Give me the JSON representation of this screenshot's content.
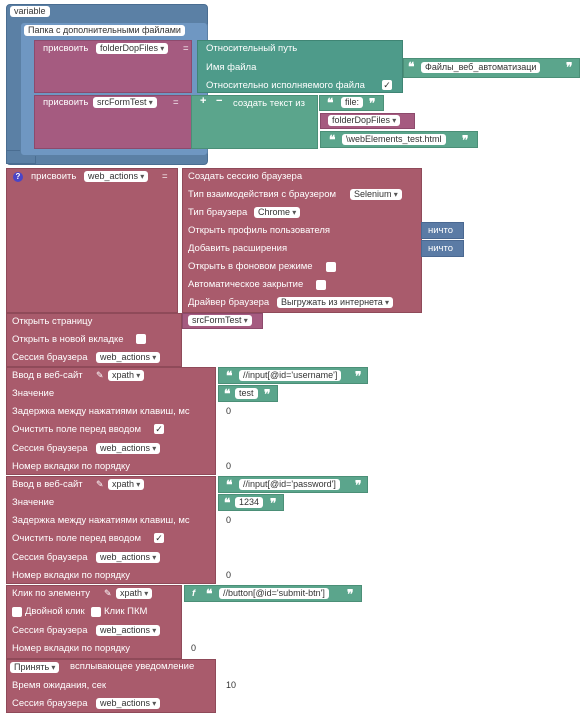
{
  "variable_block": {
    "label": "variable"
  },
  "folder_block": {
    "label": "Папка с дополнительными файлами"
  },
  "assign1": {
    "label": "присвоить",
    "var": "folderDopFiles",
    "eq": "=",
    "rel_path": "Относительный путь",
    "file_name_label": "Имя файла",
    "file_name_value": "Файлы_веб_автоматизаци",
    "relative_exe": "Относительно исполняемого файла",
    "relative_exe_checked": "✓"
  },
  "assign2": {
    "label": "присвоить",
    "var": "srcFormTest",
    "eq": "=",
    "create_text": "создать текст из",
    "part1": "file:",
    "part2": "folderDopFiles",
    "part3": "\\webElements_test.html"
  },
  "assign3": {
    "help": "?",
    "label": "присвоить",
    "var": "web_actions",
    "eq": "=",
    "create_session": "Создать сессию браузера",
    "interaction_type_label": "Тип взаимодействия с браузером",
    "interaction_type_value": "Selenium",
    "browser_type_label": "Тип браузера",
    "browser_type_value": "Chrome",
    "open_profile_label": "Открыть профиль пользователя",
    "open_profile_value": "ничто",
    "add_ext_label": "Добавить расширения",
    "add_ext_value": "ничто",
    "background_label": "Открыть в фоновом режиме",
    "auto_close_label": "Автоматическое закрытие",
    "driver_label": "Драйвер браузера",
    "driver_value": "Выгружать из интернета"
  },
  "open_page": {
    "label": "Открыть страницу",
    "value": "srcFormTest",
    "new_tab_label": "Открыть в новой вкладке",
    "session_label": "Сессия браузера",
    "session_value": "web_actions"
  },
  "input1": {
    "label": "Ввод в веб-сайт",
    "mode": "xpath",
    "xpath": "//input[@id='username']",
    "value_label": "Значение",
    "value": "test",
    "delay_label": "Задержка между нажатиями клавиш, мс",
    "delay": "0",
    "clear_label": "Очистить поле перед вводом",
    "clear_checked": "✓",
    "session_label": "Сессия браузера",
    "session_value": "web_actions",
    "tab_label": "Номер вкладки по порядку",
    "tab": "0"
  },
  "input2": {
    "label": "Ввод в веб-сайт",
    "mode": "xpath",
    "xpath": "//input[@id='password']",
    "value_label": "Значение",
    "value": "1234",
    "delay_label": "Задержка между нажатиями клавиш, мс",
    "delay": "0",
    "clear_label": "Очистить поле перед вводом",
    "clear_checked": "✓",
    "session_label": "Сессия браузера",
    "session_value": "web_actions",
    "tab_label": "Номер вкладки по порядку",
    "tab": "0"
  },
  "click": {
    "label": "Клик по элементу",
    "mode": "xpath",
    "f": "f",
    "xpath": "//button[@id='submit-btn']",
    "dbl_label": "Двойной клик",
    "rmb_label": "Клик ПКМ",
    "session_label": "Сессия браузера",
    "session_value": "web_actions",
    "tab_label": "Номер вкладки по порядку",
    "tab": "0"
  },
  "alert": {
    "action": "Принять",
    "label": "всплывающее уведомление",
    "wait_label": "Время ожидания, сек",
    "wait": "10",
    "session_label": "Сессия браузера",
    "session_value": "web_actions"
  },
  "quote_open": "❝",
  "quote_close": "❞",
  "colors": {
    "blue": "#5b80a5",
    "purple": "#a55b80",
    "red": "#a95b6c",
    "green": "#5ba58c",
    "teal": "#4e9b8a",
    "nav": "#5b7ba5"
  }
}
